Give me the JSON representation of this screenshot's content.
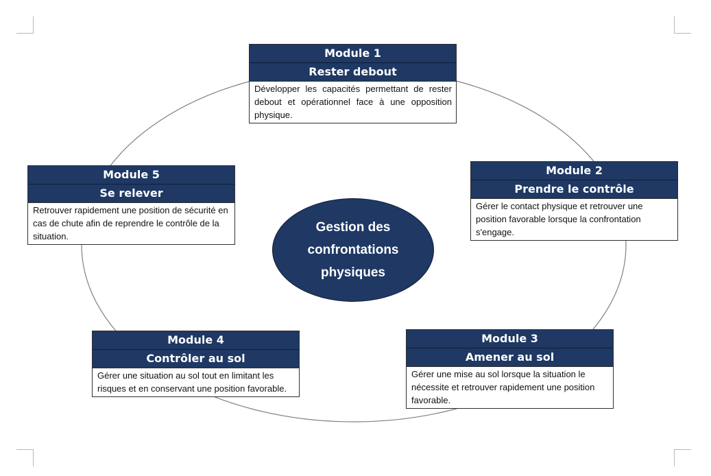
{
  "center": {
    "text": "Gestion des\nconfrontations\nphysiques"
  },
  "modules": [
    {
      "title": "Module 1",
      "subtitle": "Rester debout",
      "description": "Développer les capacités permettant de rester debout et opérationnel face à une opposition physique."
    },
    {
      "title": "Module 2",
      "subtitle": "Prendre le contrôle",
      "description": "Gérer le contact physique et retrouver une position favorable lorsque la confrontation s'engage."
    },
    {
      "title": "Module 3",
      "subtitle": "Amener au sol",
      "description": "Gérer une mise au sol lorsque la situation le nécessite et retrouver rapidement une position favorable."
    },
    {
      "title": "Module 4",
      "subtitle": "Contrôler au sol",
      "description": "Gérer une situation au sol tout en limitant les risques et en conservant une position favorable."
    },
    {
      "title": "Module 5",
      "subtitle": "Se relever",
      "description": "Retrouver rapidement une position de sécurité en cas de chute afin de reprendre le contrôle de la situation."
    }
  ],
  "colors": {
    "header_fill": "#1f3864",
    "header_text": "#ffffff",
    "ring_stroke": "#7f7f7f"
  }
}
